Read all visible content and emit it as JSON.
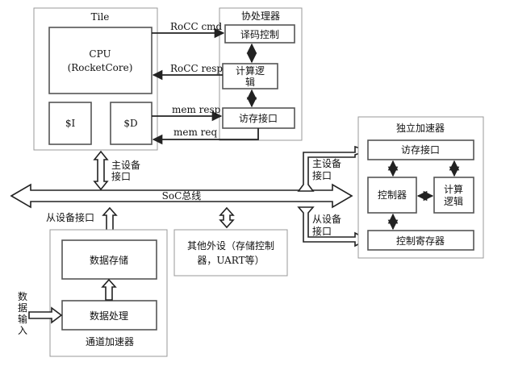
{
  "tile": {
    "title": "Tile",
    "cpu": "CPU",
    "cpu_core": "(RocketCore)",
    "icache": "$I",
    "dcache": "$D"
  },
  "coprocessor": {
    "title": "协处理器",
    "decode": "译码控制",
    "compute_1": "计算逻",
    "compute_2": "辑",
    "mem_iface": "访存接口"
  },
  "signals": {
    "rocc_cmd": "RoCC cmd",
    "rocc_resp": "RoCC resp",
    "mem_resp": "mem resp",
    "mem_req": "mem req"
  },
  "bus": {
    "label": "SoC总线"
  },
  "ports": {
    "tile_master_1": "主设备",
    "tile_master_2": "接口",
    "accel_master_1": "主设备",
    "accel_master_2": "接口",
    "accel_slave_1": "从设备",
    "accel_slave_2": "接口",
    "stream_slave": "从设备接口"
  },
  "standalone": {
    "title": "独立加速器",
    "mem_iface": "访存接口",
    "controller": "控制器",
    "compute_1": "计算",
    "compute_2": "逻辑",
    "ctrl_reg": "控制寄存器"
  },
  "peripheral": {
    "line1": "其他外设（存储控制",
    "line2": "器，UART等）"
  },
  "stream": {
    "title": "通道加速器",
    "storage": "数据存储",
    "process": "数据处理",
    "input_chars": [
      "数",
      "据",
      "输",
      "入"
    ]
  }
}
